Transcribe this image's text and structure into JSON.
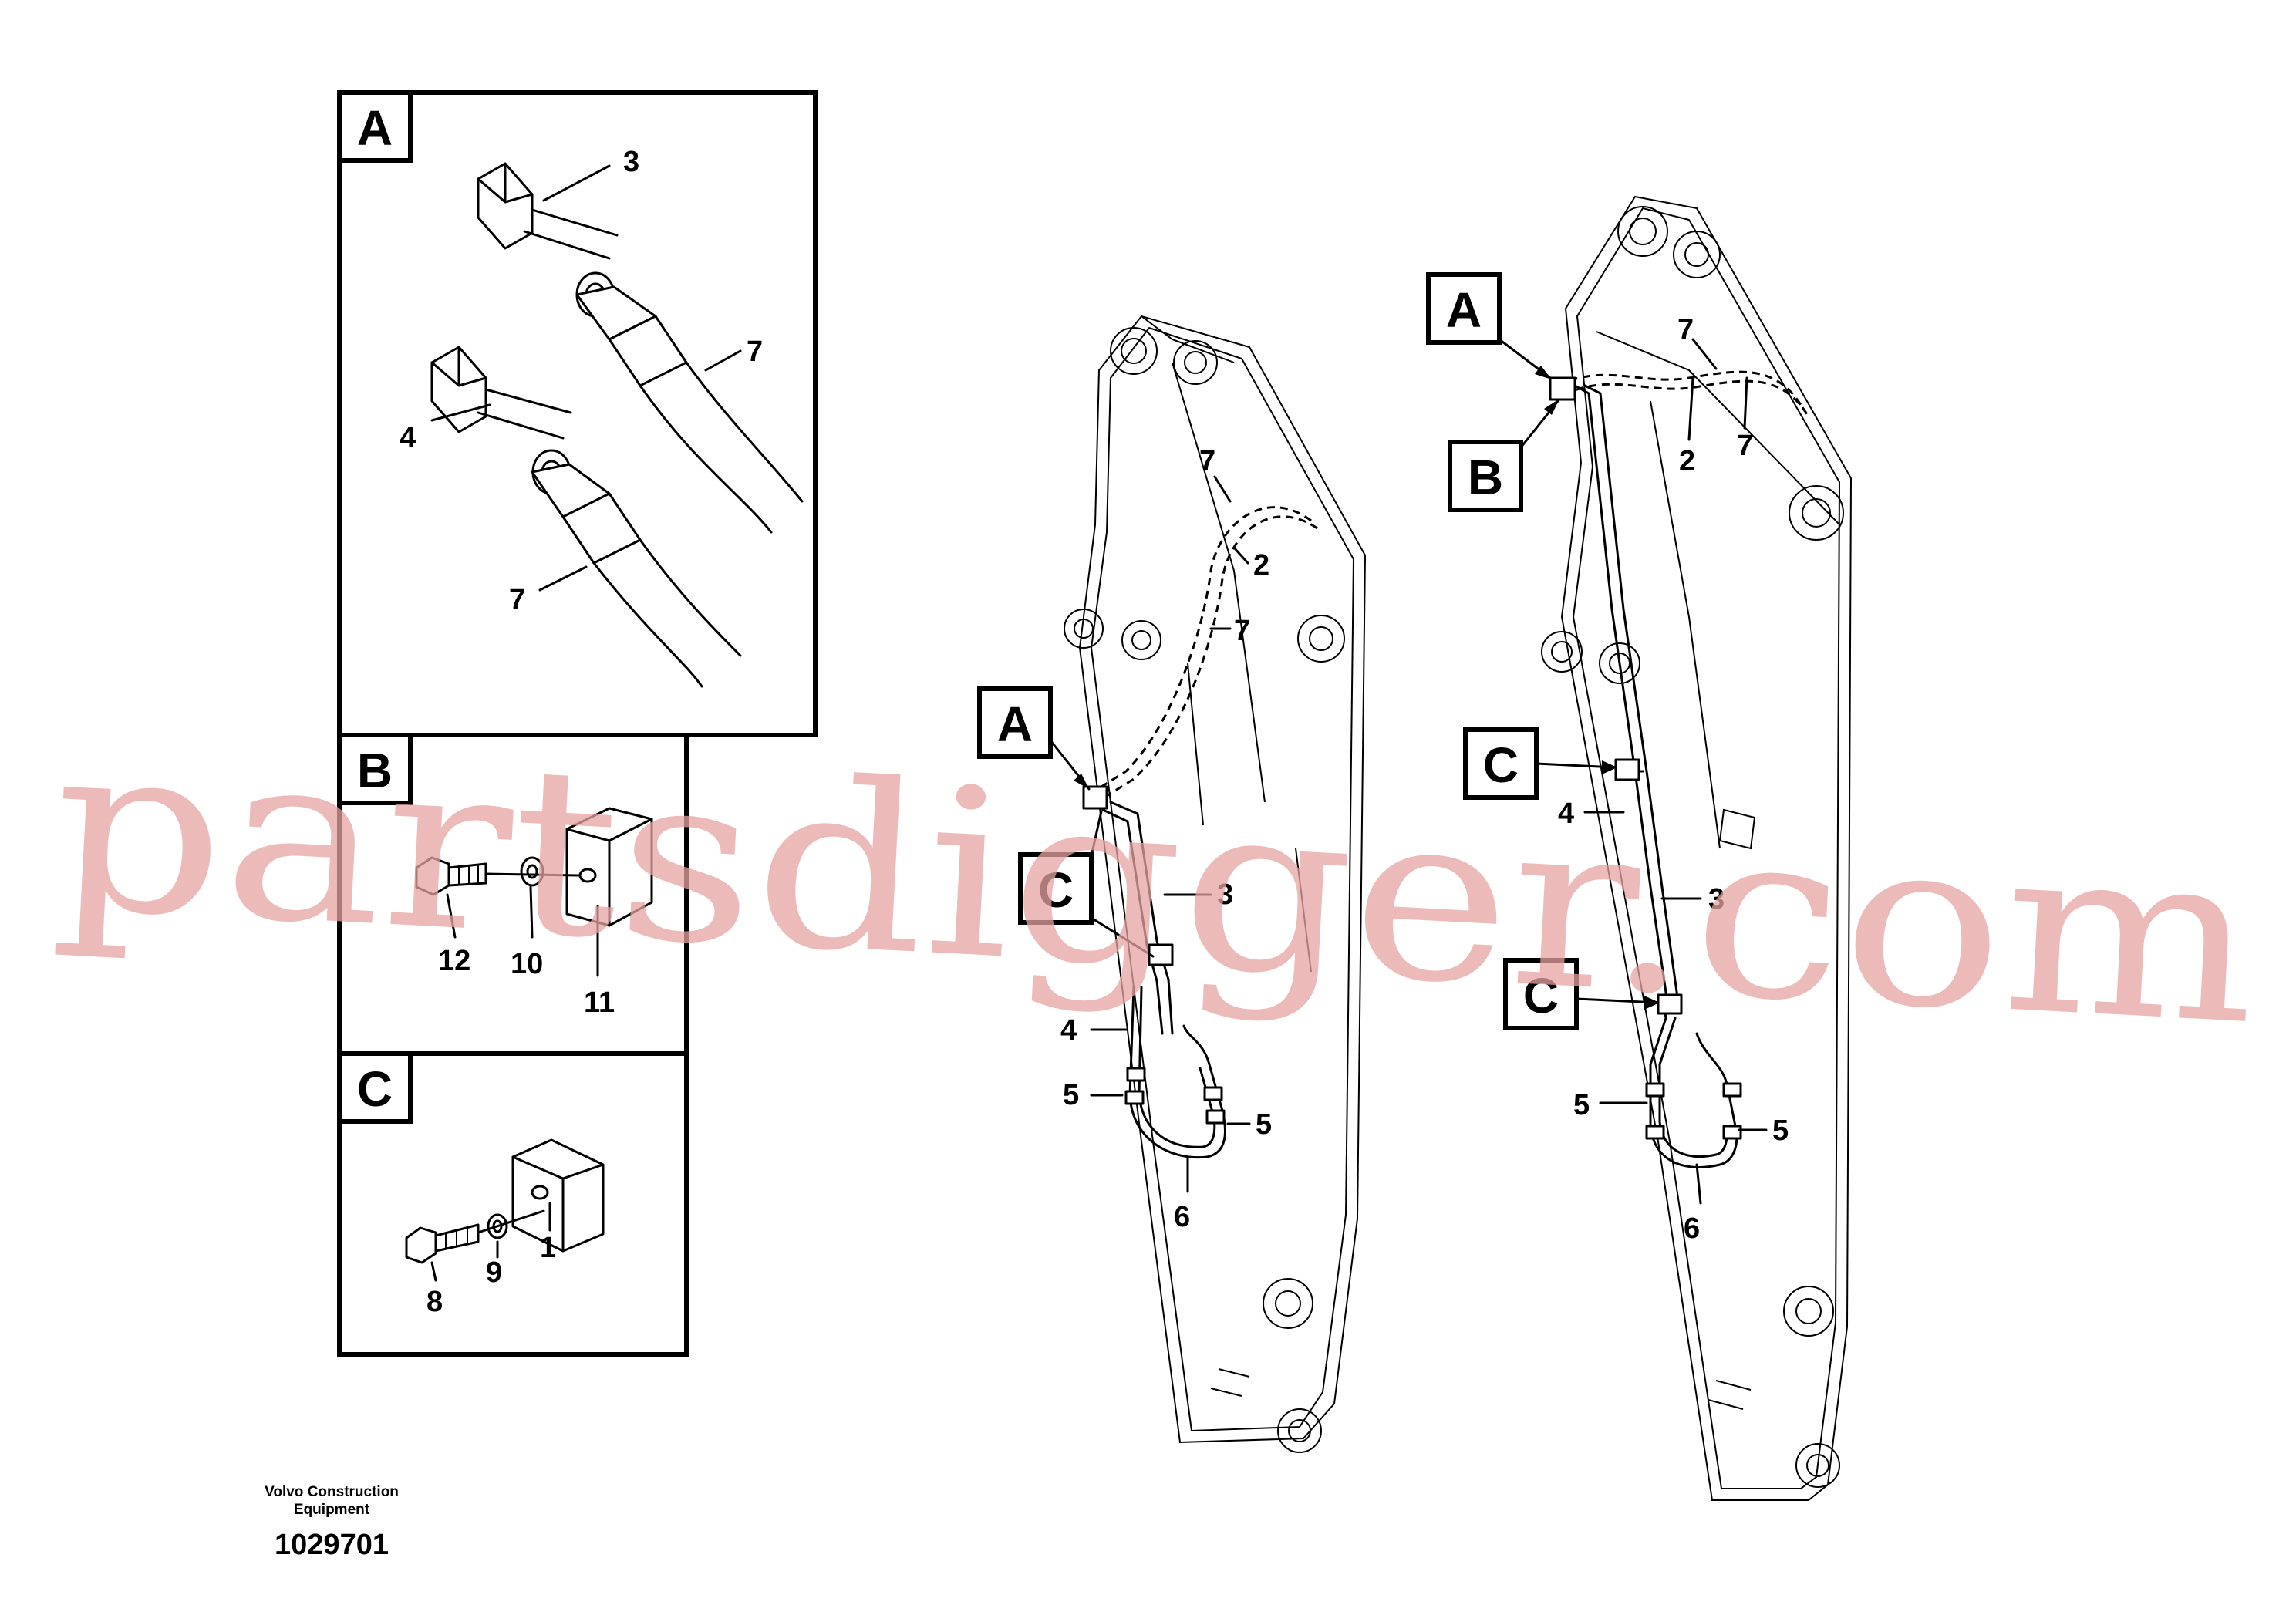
{
  "detail_views": {
    "a": {
      "letter": "A",
      "parts": [
        "3",
        "7",
        "4",
        "7"
      ]
    },
    "b": {
      "letter": "B",
      "parts": [
        "12",
        "10",
        "11"
      ]
    },
    "c": {
      "letter": "C",
      "parts": [
        "8",
        "9",
        "1"
      ]
    }
  },
  "boom_left": {
    "view_labels": [
      "A",
      "C"
    ],
    "parts": [
      "7",
      "2",
      "7",
      "3",
      "4",
      "5",
      "5",
      "6"
    ]
  },
  "boom_right": {
    "view_labels": [
      "A",
      "B",
      "C",
      "C"
    ],
    "parts": [
      "7",
      "2",
      "7",
      "4",
      "3",
      "5",
      "5",
      "6"
    ]
  },
  "footer": {
    "company_line1": "Volvo Construction",
    "company_line2": "Equipment",
    "drawing_number": "1029701"
  },
  "watermark": "partsdigger.com"
}
